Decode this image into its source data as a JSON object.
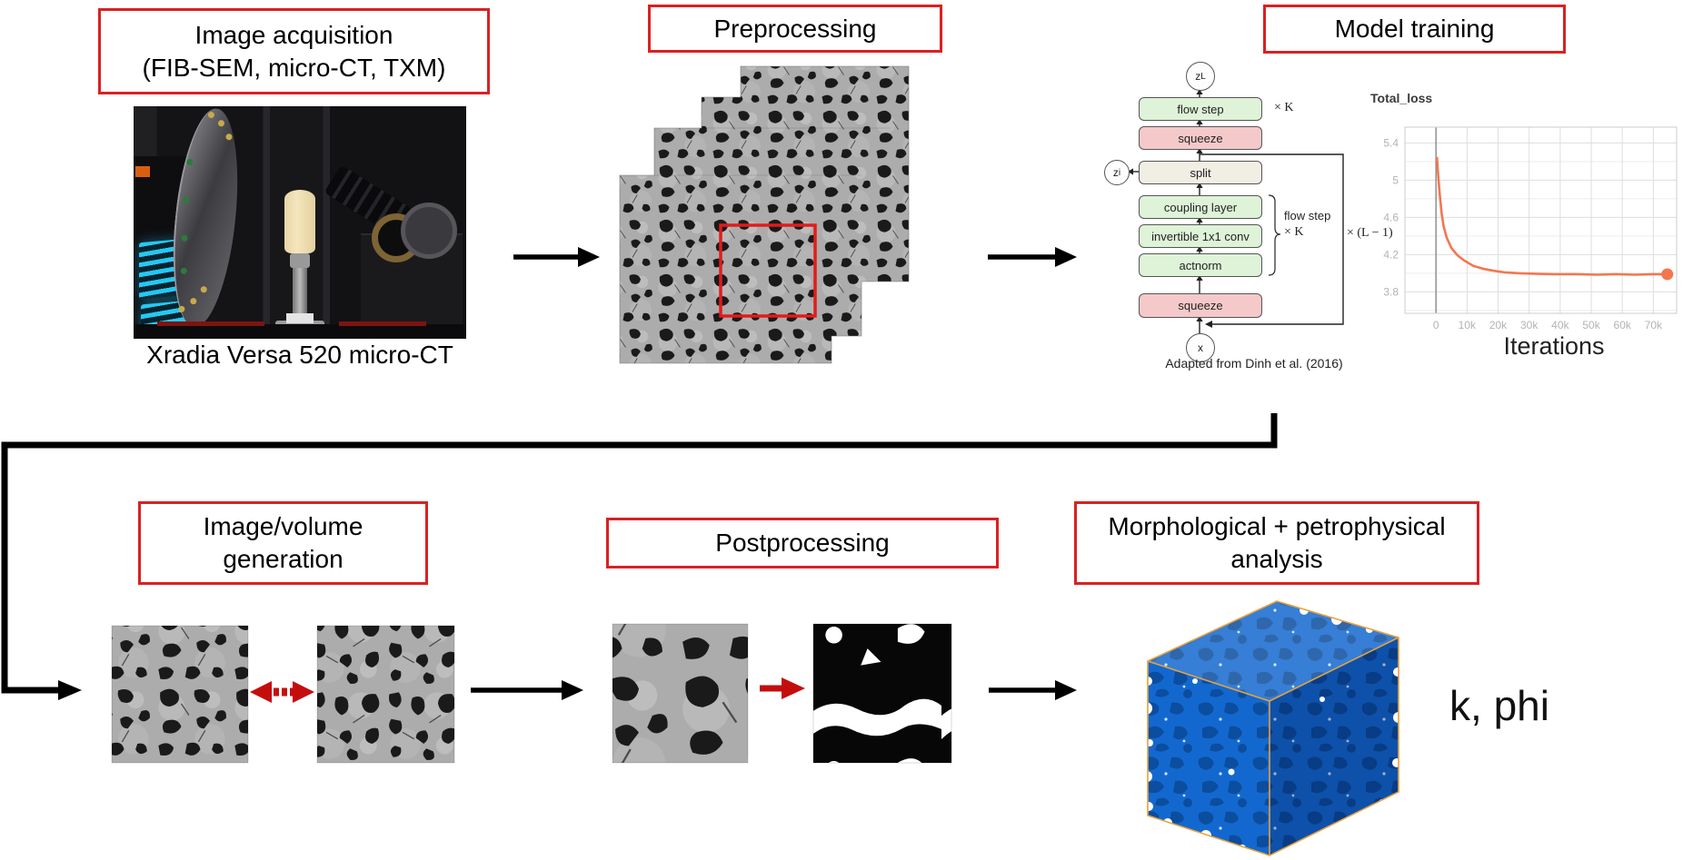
{
  "colors": {
    "accent_red": "#d92121",
    "arrow_black": "#000000",
    "arrow_red": "#c40e0e",
    "glow_green": "#def3d8",
    "glow_pink": "#f5c9c9",
    "glow_beige": "#f1eee4",
    "loss_orange": "#f4764f",
    "cube_blue": "#1368cf",
    "cube_blue_dark": "#0b4d9e",
    "cube_edge": "#e8a23c"
  },
  "stages": {
    "acquisition": {
      "title_line1": "Image acquisition",
      "title_line2": "(FIB-SEM, micro-CT, TXM)",
      "caption": "Xradia Versa 520 micro-CT"
    },
    "preprocessing": {
      "title": "Preprocessing"
    },
    "model_training": {
      "title": "Model training",
      "credit": "Adapted from Dinh et al. (2016)",
      "glow": {
        "latent_top": "z",
        "latent_top_sub": "L",
        "latent_side": "z",
        "latent_side_sub": "i",
        "input": "x",
        "repeat_k": "× K",
        "bracket_line1": "flow step",
        "bracket_line2": "× K",
        "repeat_l": "× (L − 1)",
        "boxes": [
          "flow step",
          "squeeze",
          "split",
          "coupling layer",
          "invertible 1x1 conv",
          "actnorm",
          "squeeze"
        ]
      }
    },
    "generation": {
      "title_line1": "Image/volume",
      "title_line2": "generation"
    },
    "postprocessing": {
      "title": "Postprocessing"
    },
    "analysis": {
      "title_line1": "Morphological + petrophysical",
      "title_line2": "analysis",
      "result": "k, phi"
    }
  },
  "chart_data": {
    "type": "line",
    "title": "Total_loss",
    "xlabel": "Iterations",
    "ylabel": "",
    "grid": true,
    "xlim": [
      -10000,
      77500
    ],
    "ylim": [
      3.57,
      5.57
    ],
    "x_ticks": [
      0,
      10000,
      20000,
      30000,
      40000,
      50000,
      60000,
      70000
    ],
    "x_tick_labels": [
      "0",
      "10k",
      "20k",
      "30k",
      "40k",
      "50k",
      "60k",
      "70k"
    ],
    "y_ticks": [
      5.4,
      5.0,
      4.6,
      4.2,
      3.8
    ],
    "y_tick_labels": [
      "5.4",
      "5",
      "4.6",
      "4.2",
      "3.8"
    ],
    "series": [
      {
        "name": "Total_loss",
        "color": "#f4764f",
        "endpoint_marker": true,
        "points": [
          [
            300,
            5.25
          ],
          [
            700,
            5.05
          ],
          [
            1200,
            4.85
          ],
          [
            1800,
            4.65
          ],
          [
            2500,
            4.5
          ],
          [
            3500,
            4.38
          ],
          [
            5000,
            4.27
          ],
          [
            7000,
            4.19
          ],
          [
            9000,
            4.14
          ],
          [
            12000,
            4.08
          ],
          [
            15000,
            4.05
          ],
          [
            18000,
            4.03
          ],
          [
            22000,
            4.01
          ],
          [
            27000,
            4.0
          ],
          [
            32000,
            3.995
          ],
          [
            38000,
            3.99
          ],
          [
            45000,
            3.99
          ],
          [
            52000,
            3.985
          ],
          [
            58000,
            3.99
          ],
          [
            64000,
            3.985
          ],
          [
            70000,
            3.99
          ],
          [
            74500,
            3.99
          ]
        ]
      }
    ]
  }
}
